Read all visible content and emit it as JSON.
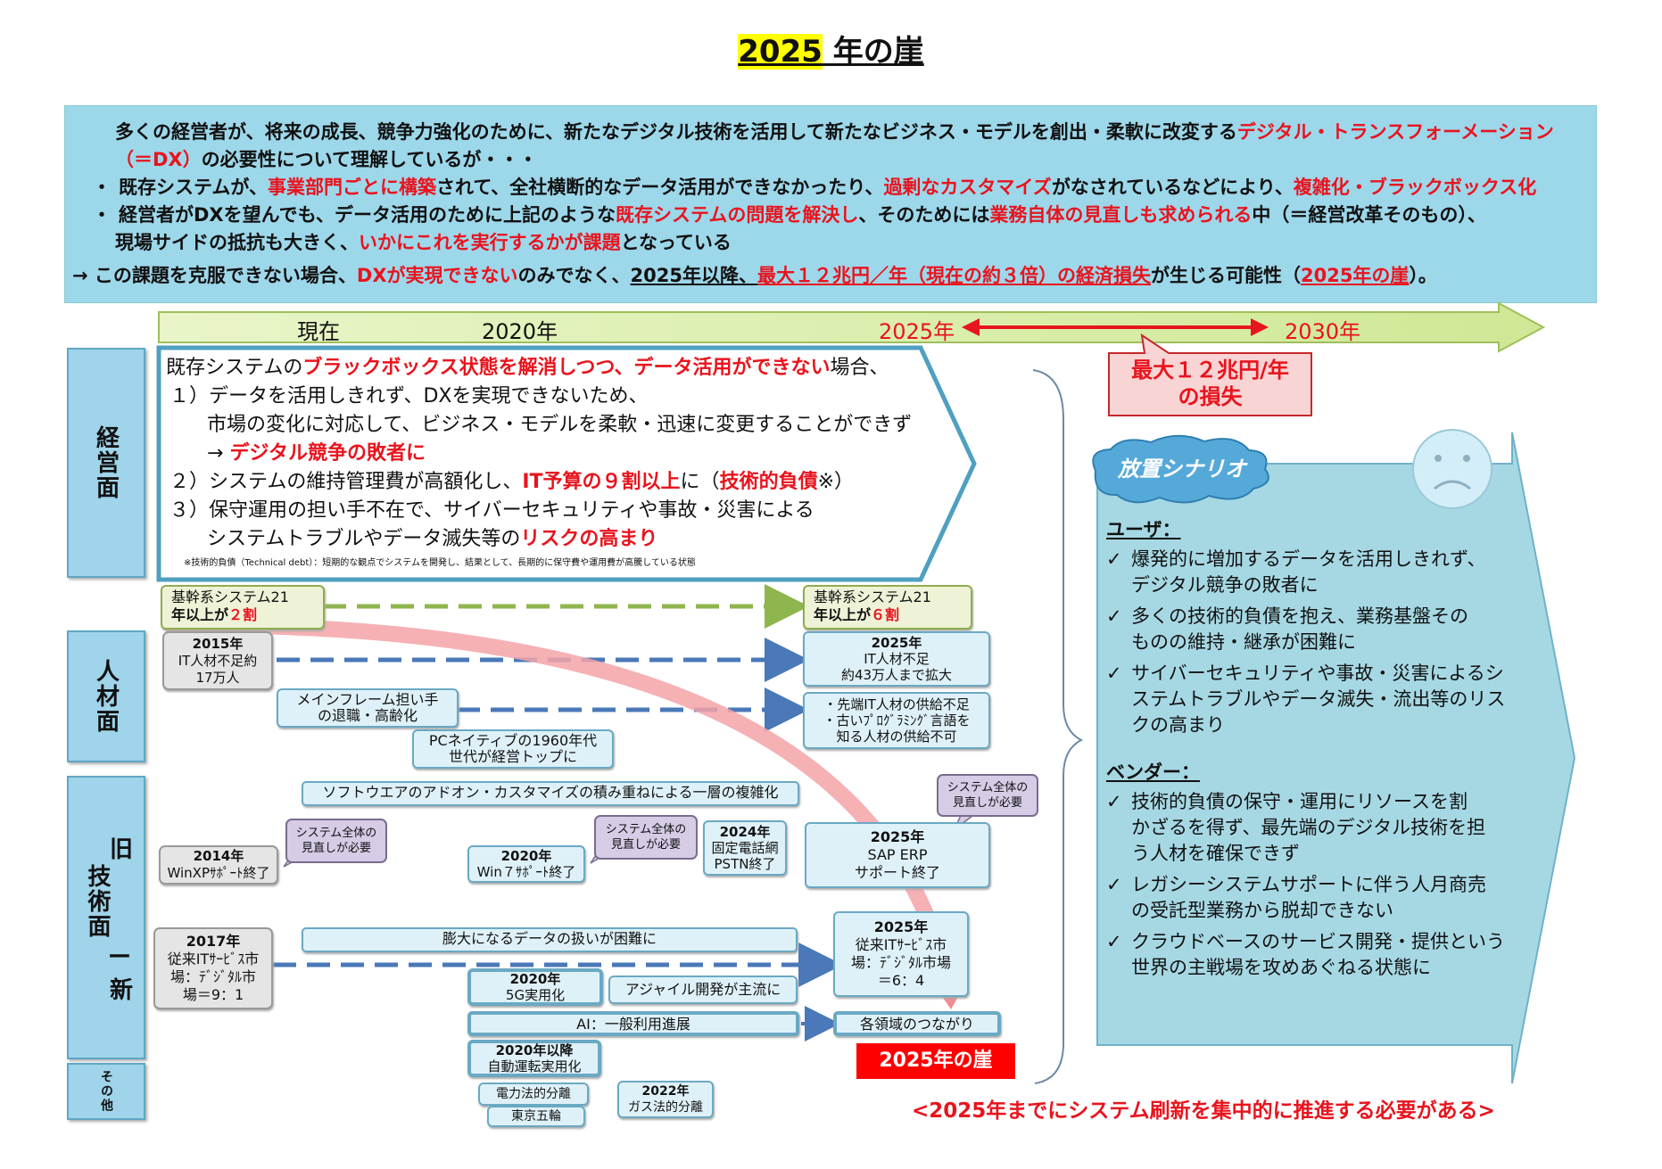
{
  "title": {
    "year": "2025",
    "rest": " 年の崖"
  },
  "summary": {
    "line1_a": "多くの経営者が、将来の成長、競争力強化のために、新たなデジタル技術を活用して新たなビジネス・モデルを創出・柔軟に改変する",
    "line1_red": "デジタル・トランスフォーメーション",
    "line2_red": "（＝DX）",
    "line2_b": "の必要性について理解しているが・・・",
    "b1_dot": "・",
    "b1_a": "既存システムが、",
    "b1_r1": "事業部門ごとに構築",
    "b1_b": "されて、全社横断的なデータ活用ができなかったり、",
    "b1_r2": "過剰なカスタマイズ",
    "b1_c": "がなされているなどにより、",
    "b1_r3": "複雑化・ブラックボックス化",
    "b2_dot": "・",
    "b2_a": "経営者がDXを望んでも、データ活用のために上記のような",
    "b2_r1": "既存システムの問題を解決し",
    "b2_b": "、そのためには",
    "b2_r2": "業務自体の見直しも求められる",
    "b2_c": "中（＝経営改革そのもの）、",
    "b2_d": "現場サイドの抵抗も大きく、",
    "b2_r3": "いかにこれを実行するかが課題",
    "b2_e": "となっている",
    "c_a": "→ この課題を克服できない場合、",
    "c_r1": "DXが実現できない",
    "c_b": "のみでなく、",
    "c_u1": "2025年以降、",
    "c_r2": "最大１２兆円／年（現在の約３倍）の経済損失",
    "c_c": "が生じる可能性（",
    "c_r3": "2025年の崖",
    "c_d": "）。"
  },
  "timeline": {
    "now": "現在",
    "y2020": "2020年",
    "y2025": "2025年",
    "y2030": "2030年"
  },
  "loss_callout": {
    "line1": "最大１２兆円/年",
    "line2": "の損失"
  },
  "side_labels": {
    "management": "経営面",
    "hr": "人材面",
    "tech_old": "旧",
    "tech_mid": "技術面",
    "tech_dash": "ー",
    "tech_new": "新",
    "other": "その他"
  },
  "management": {
    "l1_a": "既存システムの",
    "l1_red": "ブラックボックス状態を解消しつつ、データ活用ができない",
    "l1_b": "場合、",
    "l2": "１）データを活用しきれず、DXを実現できないため、",
    "l3": "市場の変化に対応して、ビジネス・モデルを柔軟・迅速に変更することができず",
    "l4_arrow": "→ ",
    "l4_red": "デジタル競争の敗者に",
    "l5_a": "２）システムの維持管理費が高額化し、",
    "l5_red1": "IT予算の９割以上",
    "l5_b": "に（",
    "l5_red2": "技術的負債",
    "l5_c": "※）",
    "l6": "３）保守運用の担い手不在で、サイバーセキュリティや事故・災害による",
    "l7_a": "システムトラブルやデータ滅失等の",
    "l7_red": "リスクの高まり",
    "note": "※技術的負債（Technical debt）：短期的な観点でシステムを開発し、結果として、長期的に保守費や運用費が高騰している状態"
  },
  "core_left": {
    "line1": "基幹系システム21",
    "line2_a": "年以上が",
    "line2_red": "２割"
  },
  "core_right": {
    "line1": "基幹系システム21",
    "line2_a": "年以上が",
    "line2_red": "６割"
  },
  "hr": {
    "left_2015": {
      "year": "2015年",
      "l1": "IT人材不足約",
      "l2": "17万人"
    },
    "right_2025": {
      "year": "2025年",
      "l1": "IT人材不足",
      "l2": "約43万人まで拡大"
    },
    "mainframe": {
      "l1": "メインフレーム担い手",
      "l2": "の退職・高齢化"
    },
    "pc_native": {
      "l1": "PCネイティブの1960年代",
      "l2": "世代が経営トップに"
    },
    "right_supply": {
      "l1": "・先端IT人材の供給不足",
      "l2": "・古いﾌﾟﾛｸﾞﾗﾐﾝｸﾞ言語を",
      "l3": "知る人材の供給不可"
    }
  },
  "tech": {
    "addon_bar": "ソフトウエアのアドオン・カスタマイズの積み重ねによる一層の複雑化",
    "review_1": {
      "l1": "システム全体の",
      "l2": "見直しが必要"
    },
    "review_2": {
      "l1": "システム全体の",
      "l2": "見直しが必要"
    },
    "review_3": {
      "l1": "システム全体の",
      "l2": "見直しが必要"
    },
    "winxp": {
      "year": "2014年",
      "label": "WinXPｻﾎﾟｰﾄ終了"
    },
    "win7": {
      "year": "2020年",
      "label": "Win７ｻﾎﾟｰﾄ終了"
    },
    "pstn": {
      "year": "2024年",
      "l1": "固定電話網",
      "l2": "PSTN終了"
    },
    "sap": {
      "year": "2025年",
      "l1": "SAP ERP",
      "l2": "サポート終了"
    },
    "it_service_left": {
      "year": "2017年",
      "l1": "従来ITｻｰﾋﾞｽ市",
      "l2": "場：ﾃﾞｼﾞﾀﾙ市",
      "l3": "場＝9：1"
    },
    "data_bar": "膨大になるデータの扱いが困難に",
    "it_service_right": {
      "year": "2025年",
      "l1": "従来ITｻｰﾋﾞｽ市",
      "l2": "場：ﾃﾞｼﾞﾀﾙ市場",
      "l3": "＝6：4"
    },
    "g5": {
      "year": "2020年",
      "label": "5G実用化"
    },
    "agile": "アジャイル開発が主流に",
    "ai_bar": "AI：一般利用進展",
    "domains": "各領域のつながり",
    "autodrive": {
      "year": "2020年以降",
      "label": "自動運転実用化"
    }
  },
  "other": {
    "power": "電力法的分離",
    "olympics": "東京五輪",
    "gas": {
      "year": "2022年",
      "label": "ガス法的分離"
    }
  },
  "cliff_label": "2025年の崖",
  "scenario": {
    "cloud_label": "放置シナリオ",
    "user_head": "ユーザ：",
    "user_items": [
      [
        "爆発的に増加するデータを活用しきれず、",
        "デジタル競争の敗者に"
      ],
      [
        "多くの技術的負債を抱え、業務基盤その",
        "ものの維持・継承が困難に"
      ],
      [
        "サイバーセキュリティや事故・災害によるシ",
        "ステムトラブルやデータ滅失・流出等のリス",
        "クの高まり"
      ]
    ],
    "vendor_head": "ベンダー：",
    "vendor_items": [
      [
        "技術的負債の保守・運用にリソースを割",
        "かざるを得ず、最先端のデジタル技術を担",
        "う人材を確保できず"
      ],
      [
        "レガシーシステムサポートに伴う人月商売",
        "の受託型業務から脱却できない"
      ],
      [
        "クラウドベースのサービス開発・提供という",
        "世界の主戦場を攻めあぐねる状態に"
      ]
    ],
    "check_mark": "✓"
  },
  "bottom_note": "<2025年までにシステム刷新を集中的に推進する必要がある>",
  "colors": {
    "accent_red": "#e8141e",
    "summary_bg": "#9dd7ea",
    "side_bg": "#9fd4ea",
    "timeline_green": "#d9efa8",
    "scenario_bg": "#a6d8e4"
  }
}
